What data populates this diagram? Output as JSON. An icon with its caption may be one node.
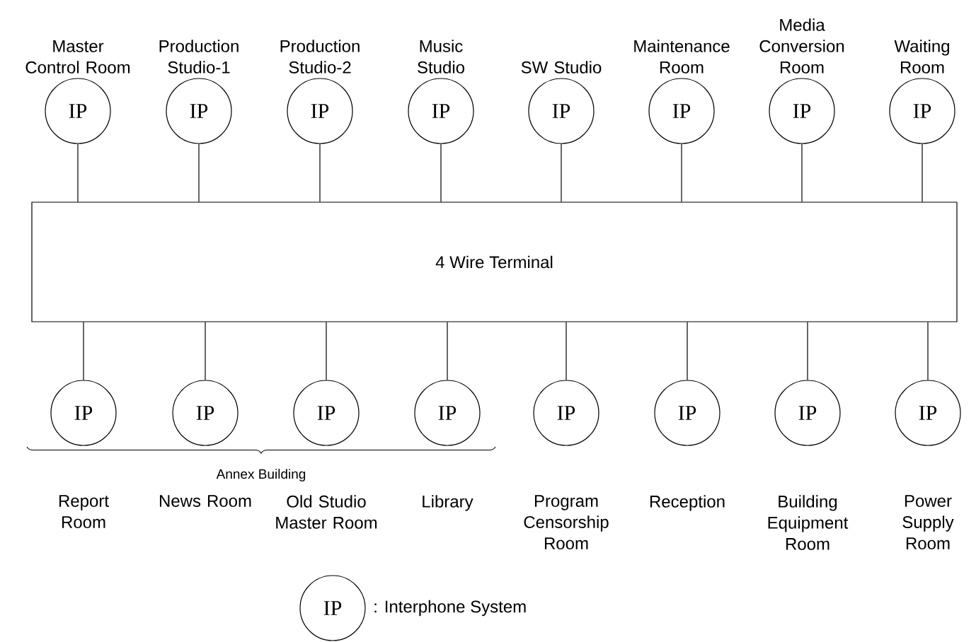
{
  "diagram": {
    "nodes": [
      {
        "text": [
          "IP"
        ],
        "beside": [
          "Master Control Room"
        ]
      },
      {
        "text": [
          "IP"
        ],
        "beside": [
          "Production Studio-1"
        ]
      },
      {
        "text": [
          "IP"
        ],
        "beside": [
          "Production Studio-2"
        ]
      },
      {
        "text": [
          "IP"
        ],
        "beside": [
          "Music Studio"
        ]
      },
      {
        "text": [
          "IP"
        ],
        "beside": [
          "SW Studio"
        ]
      },
      {
        "text": [
          "IP"
        ],
        "beside": [
          "Maintenance Room"
        ]
      },
      {
        "text": [
          "IP"
        ],
        "beside": [
          "Media Conversion Room"
        ]
      },
      {
        "text": [
          "IP"
        ],
        "beside": [
          "Waiting Room"
        ]
      },
      {
        "text": [
          "4 Wire Terminal"
        ]
      },
      {
        "text": [
          "IP"
        ],
        "beside": [
          "Report Room"
        ]
      },
      {
        "text": [
          "IP"
        ],
        "beside": [
          "News Room"
        ]
      },
      {
        "text": [
          "IP"
        ],
        "beside": [
          "Old Studio Master Room"
        ]
      },
      {
        "text": [
          "IP"
        ],
        "beside": [
          "Library"
        ]
      },
      {
        "text": [
          "IP"
        ],
        "beside": [
          "Program Censorship Room"
        ]
      },
      {
        "text": [
          "IP"
        ],
        "beside": [
          "Reception"
        ]
      },
      {
        "text": [
          "IP"
        ],
        "beside": [
          "Building Equipment Room"
        ]
      },
      {
        "text": [
          "IP"
        ],
        "beside": [
          "Power Supply Room"
        ]
      }
    ],
    "edges": [
      {
        "from": 0,
        "to": 8,
        "arrow": "none"
      },
      {
        "from": 1,
        "to": 8,
        "arrow": "none"
      },
      {
        "from": 2,
        "to": 8,
        "arrow": "none"
      },
      {
        "from": 3,
        "to": 8,
        "arrow": "none"
      },
      {
        "from": 4,
        "to": 8,
        "arrow": "none"
      },
      {
        "from": 5,
        "to": 8,
        "arrow": "none"
      },
      {
        "from": 6,
        "to": 8,
        "arrow": "none"
      },
      {
        "from": 7,
        "to": 8,
        "arrow": "none"
      },
      {
        "from": 8,
        "to": 9,
        "arrow": "none"
      },
      {
        "from": 8,
        "to": 10,
        "arrow": "none"
      },
      {
        "from": 8,
        "to": 11,
        "arrow": "none"
      },
      {
        "from": 8,
        "to": 12,
        "arrow": "none"
      },
      {
        "from": 8,
        "to": 13,
        "arrow": "none"
      },
      {
        "from": 8,
        "to": 14,
        "arrow": "none"
      },
      {
        "from": 8,
        "to": 15,
        "arrow": "none"
      },
      {
        "from": 8,
        "to": 16,
        "arrow": "none"
      }
    ],
    "labels": [
      "Annex Building",
      "IP"
    ],
    "legend": [
      {
        "text": ": Interphone System"
      }
    ]
  }
}
